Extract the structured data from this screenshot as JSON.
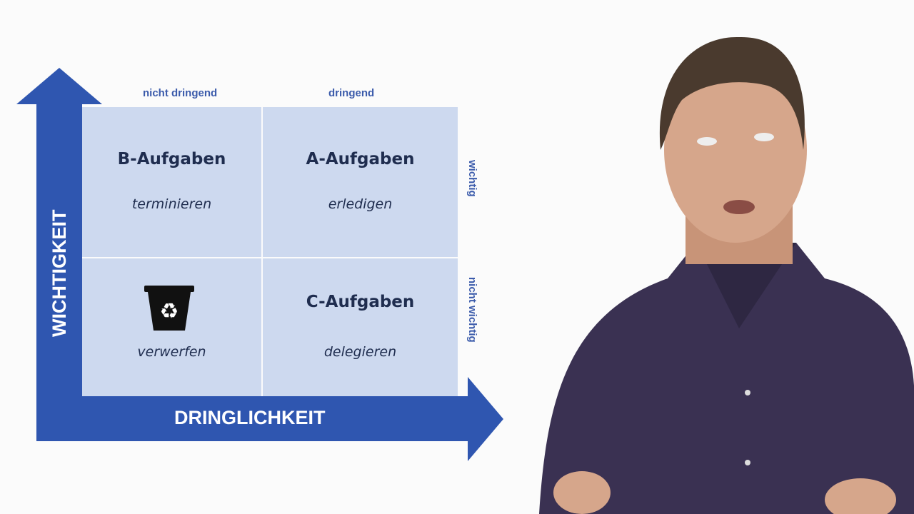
{
  "diagram": {
    "x_axis": {
      "label": "Dringlichkeit",
      "columns": [
        "nicht dringend",
        "dringend"
      ]
    },
    "y_axis": {
      "label": "Wichtigkeit",
      "rows": [
        "wichtig",
        "nicht wichtig"
      ]
    },
    "quadrants": [
      {
        "title": "B-Aufgaben",
        "action": "terminieren"
      },
      {
        "title": "A-Aufgaben",
        "action": "erledigen"
      },
      {
        "title": "",
        "action": "verwerfen",
        "icon": "recycle-bin-icon"
      },
      {
        "title": "C-Aufgaben",
        "action": "delegieren"
      }
    ],
    "colors": {
      "arrow": "#2f56b0",
      "cell": "#cdd9ef",
      "text": "#1f2d4f",
      "label": "#3b5bab"
    }
  }
}
